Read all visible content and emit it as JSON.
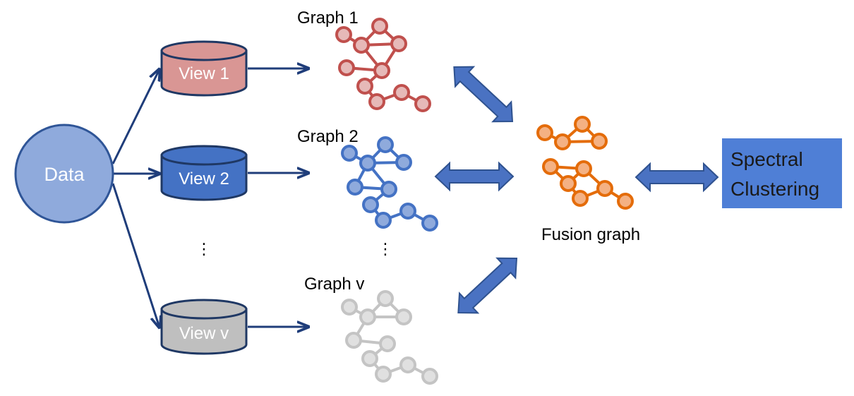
{
  "data_node": {
    "label": "Data",
    "fill": "#8faadc",
    "stroke": "#2f5597"
  },
  "views": [
    {
      "label": "View 1",
      "fill": "#d99694",
      "stroke": "#1f3864"
    },
    {
      "label": "View 2",
      "fill": "#4472c4",
      "stroke": "#1f3864"
    },
    {
      "label": "View v",
      "fill": "#bfbfbf",
      "stroke": "#1f3864"
    }
  ],
  "graphs": [
    {
      "label": "Graph 1",
      "color": "#c0504d",
      "node_fill": "#e6b9b8"
    },
    {
      "label": "Graph 2",
      "color": "#4472c4",
      "node_fill": "#8faadc"
    },
    {
      "label": "Graph v",
      "color": "#c4c4c4",
      "node_fill": "#e0e0e0"
    }
  ],
  "ellipsis": "⋮",
  "fusion": {
    "label": "Fusion graph",
    "color": "#e46c0a",
    "node_fill": "#f4b183"
  },
  "spectral": {
    "line1": "Spectral",
    "line2": "Clustering",
    "fill": "#4f7fd6",
    "text_color": "#1a1a1a"
  },
  "colors": {
    "arrow": "#1f3d7a",
    "double_arrow_fill": "#4a72c2",
    "double_arrow_stroke": "#2f528f"
  }
}
